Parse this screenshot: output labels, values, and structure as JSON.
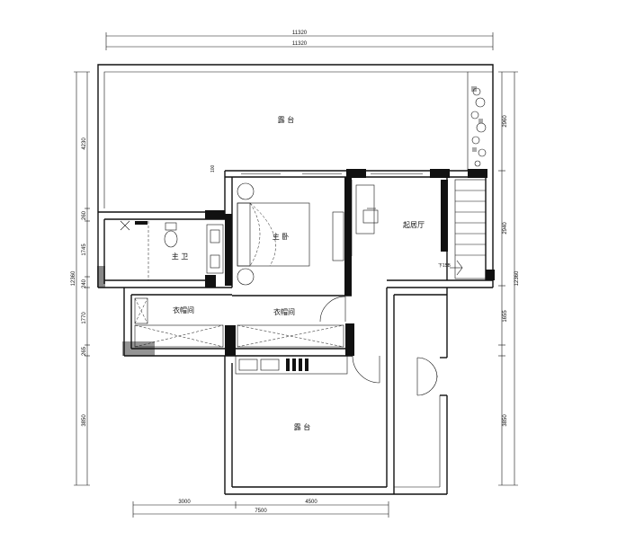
{
  "dimensions": {
    "top_overall": "11320",
    "top_inner": "11320",
    "left_total": "12360",
    "left_segments": [
      "4230",
      "260",
      "1745",
      "240",
      "1770",
      "265",
      "3850"
    ],
    "right_total": "12360",
    "right_segments": [
      "2960",
      "2940",
      "1655",
      "3850"
    ],
    "bottom_segments": [
      "3000",
      "4500"
    ],
    "bottom_total": "7500"
  },
  "rooms": {
    "terrace_top": "露  台",
    "terrace_bottom": "露  台",
    "master_bath": "主  卫",
    "master_bedroom": "主  卧",
    "living_room": "起居厅",
    "closet_left": "衣帽间",
    "closet_right": "衣帽间"
  },
  "labels": {
    "stair_down": "下15B",
    "small_mark": "100"
  }
}
